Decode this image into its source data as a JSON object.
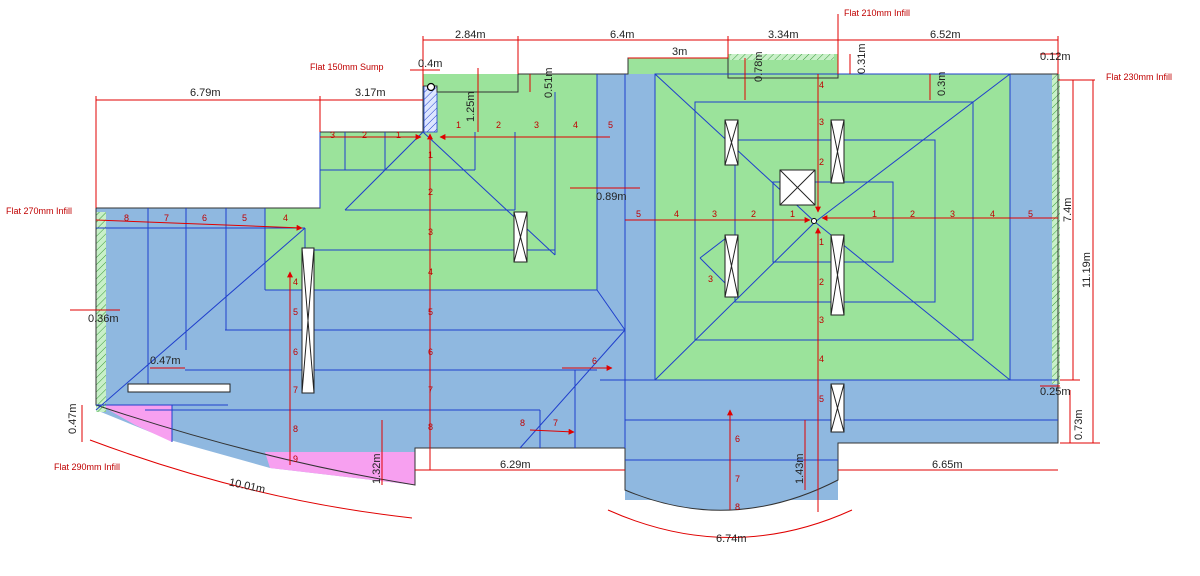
{
  "colors": {
    "green": "#9be39b",
    "blue": "#8fb8e0",
    "pink": "#f7a0f0",
    "line": "#1f3fcc",
    "red": "#e00000"
  },
  "labels": {
    "sump": "Flat 150mm Sump",
    "infill_210": "Flat 210mm Infill",
    "infill_230": "Flat 230mm Infill",
    "infill_270": "Flat 270mm Infill",
    "infill_290": "Flat 290mm Infill"
  },
  "dimensions": {
    "d_2_84": "2.84m",
    "d_6_4": "6.4m",
    "d_3_34": "3.34m",
    "d_6_52": "6.52m",
    "d_0_12": "0.12m",
    "d_3m": "3m",
    "d_0_4": "0.4m",
    "d_6_79": "6.79m",
    "d_3_17": "3.17m",
    "d_1_25": "1.25m",
    "d_0_51": "0.51m",
    "d_0_78": "0.78m",
    "d_0_31": "0.31m",
    "d_0_3": "0.3m",
    "d_0_89": "0.89m",
    "d_7_4": "7.4m",
    "d_11_19": "11.19m",
    "d_0_36": "0.36m",
    "d_0_47a": "0.47m",
    "d_0_47b": "0.47m",
    "d_0_25": "0.25m",
    "d_0_73": "0.73m",
    "d_1_32": "1.32m",
    "d_1_43": "1.43m",
    "d_6_29": "6.29m",
    "d_6_65": "6.65m",
    "d_10_01": "10.01m",
    "d_6_74": "6.74m"
  },
  "steps": {
    "n1": "1",
    "n2": "2",
    "n3": "3",
    "n4": "4",
    "n5": "5",
    "n6": "6",
    "n7": "7",
    "n8": "8",
    "n9": "9"
  }
}
